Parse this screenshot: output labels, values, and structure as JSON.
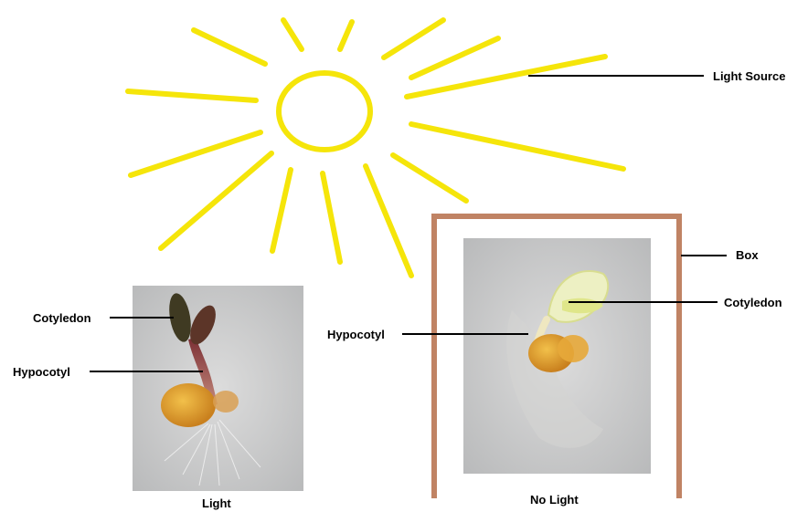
{
  "labels": {
    "light_source": "Light Source",
    "box": "Box",
    "cotyledon_left": "Cotyledon",
    "hypocotyl_left": "Hypocotyl",
    "cotyledon_right": "Cotyledon",
    "hypocotyl_right": "Hypocotyl",
    "light_caption": "Light",
    "no_light_caption": "No Light"
  },
  "colors": {
    "sun": "#f5e50a",
    "box": "#c08364",
    "photo_background": "#cfd0d1",
    "seed": "#e0a32a",
    "stem_light": "#a65a5a",
    "cotyledon_light": "#5a3a2a",
    "cotyledon_dark": "#e7eca0"
  }
}
